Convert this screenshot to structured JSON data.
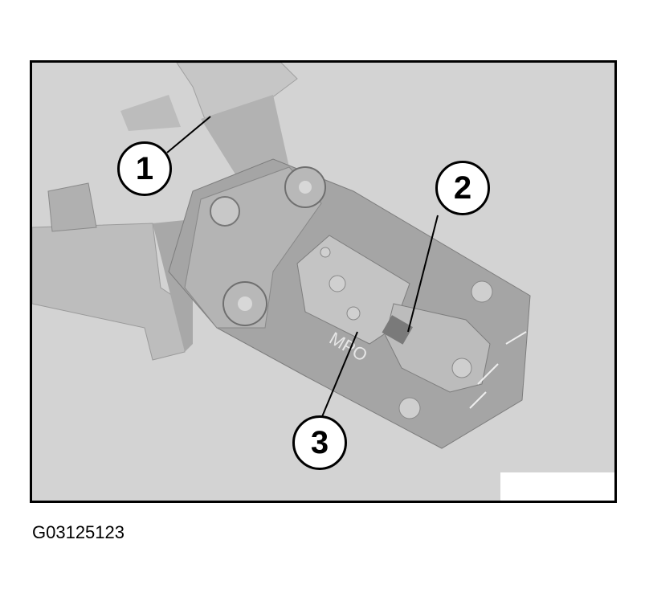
{
  "figure": {
    "id": "G03125123",
    "background_color": "#d3d3d3",
    "border_color": "#000000",
    "tool_stamp_text": "MPO"
  },
  "callouts": [
    {
      "number": "1",
      "target": "tool-handle-upper"
    },
    {
      "number": "2",
      "target": "crimp-die-slot"
    },
    {
      "number": "3",
      "target": "crimp-die-plate"
    }
  ]
}
